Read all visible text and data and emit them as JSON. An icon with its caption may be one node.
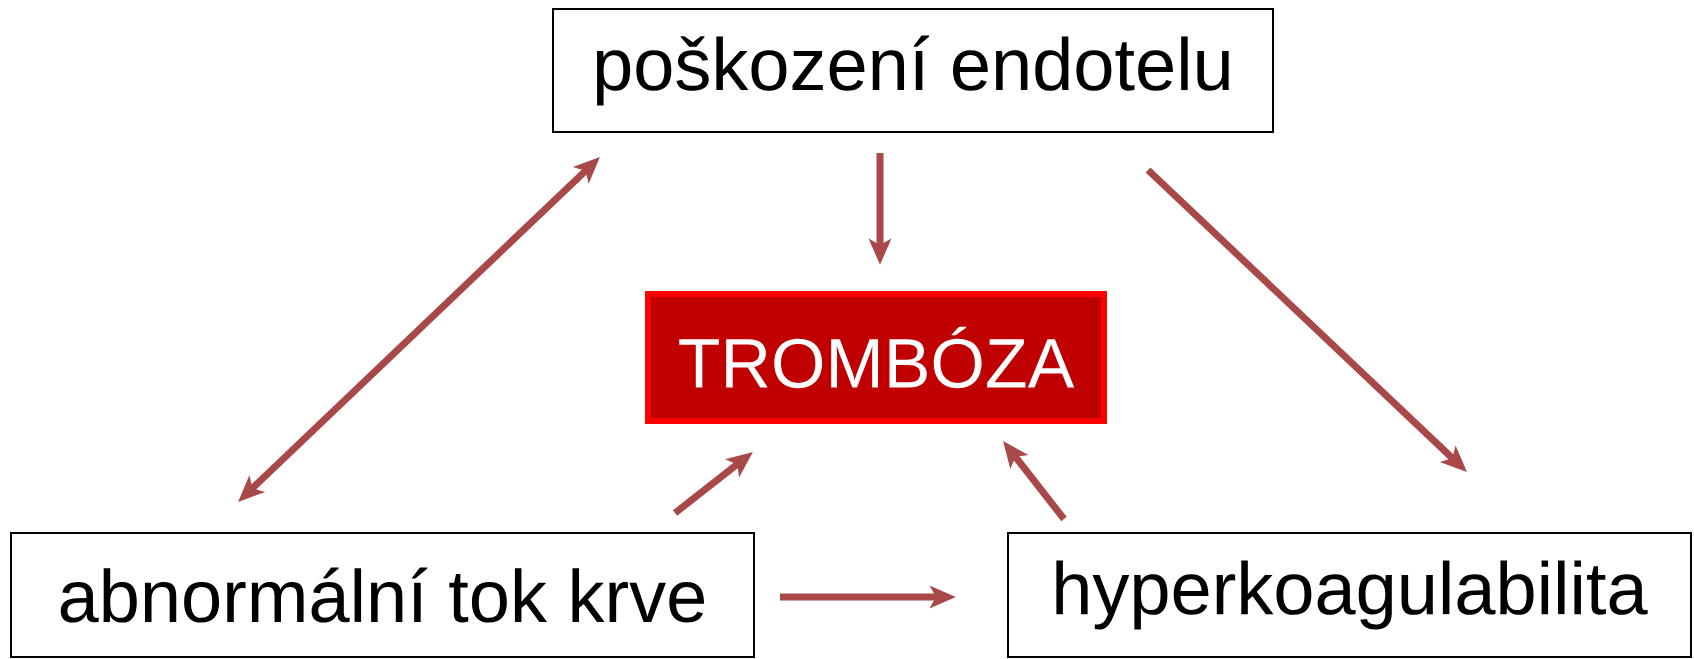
{
  "diagram": {
    "nodes": [
      {
        "text": [
          "poškození endotelu"
        ]
      },
      {
        "text": [
          "TROMBÓZA"
        ]
      },
      {
        "text": [
          "abnormální tok krve"
        ]
      },
      {
        "text": [
          "hyperkoagulabilita"
        ]
      }
    ],
    "edges": [
      {
        "from": 0,
        "to": 1,
        "arrow": "to"
      },
      {
        "from": 0,
        "to": 2,
        "arrow": "both"
      },
      {
        "from": 0,
        "to": 3,
        "arrow": "to"
      },
      {
        "from": 2,
        "to": 1,
        "arrow": "to"
      },
      {
        "from": 3,
        "to": 1,
        "arrow": "to"
      },
      {
        "from": 2,
        "to": 3,
        "arrow": "to"
      }
    ]
  }
}
